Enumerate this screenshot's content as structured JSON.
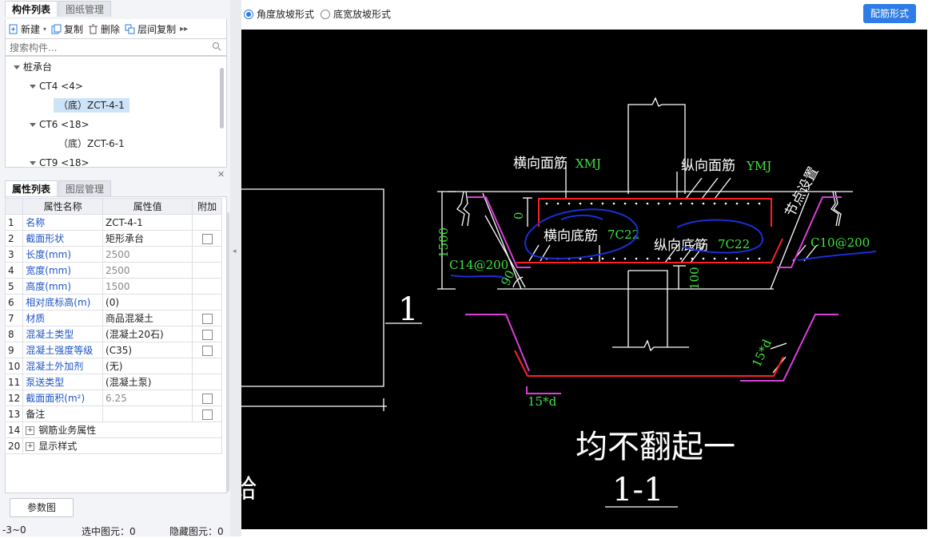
{
  "left_panel": {
    "tabs": [
      "构件列表",
      "图纸管理"
    ],
    "toolbar": {
      "new": "新建",
      "copy": "复制",
      "delete": "删除",
      "floor_copy": "层间复制"
    },
    "search_placeholder": "搜索构件...",
    "tree": {
      "root": "桩承台",
      "groups": [
        {
          "label": "CT4 <4>",
          "children": [
            "（底）ZCT-4-1"
          ]
        },
        {
          "label": "CT6 <18>",
          "children": [
            "（底）ZCT-6-1"
          ]
        },
        {
          "label": "CT9 <18>",
          "children": []
        }
      ],
      "selected": "（底）ZCT-4-1"
    }
  },
  "props_panel": {
    "tabs": [
      "属性列表",
      "图层管理"
    ],
    "headers": [
      "属性名称",
      "属性值",
      "附加"
    ],
    "rows": [
      {
        "no": "1",
        "name": "名称",
        "value": "ZCT-4-1",
        "check": false,
        "blue": true,
        "gray": false
      },
      {
        "no": "2",
        "name": "截面形状",
        "value": "矩形承台",
        "check": true,
        "blue": true,
        "gray": false
      },
      {
        "no": "3",
        "name": "长度(mm)",
        "value": "2500",
        "check": false,
        "blue": true,
        "gray": true
      },
      {
        "no": "4",
        "name": "宽度(mm)",
        "value": "2500",
        "check": false,
        "blue": true,
        "gray": true
      },
      {
        "no": "5",
        "name": "高度(mm)",
        "value": "1500",
        "check": false,
        "blue": true,
        "gray": true
      },
      {
        "no": "6",
        "name": "相对底标高(m)",
        "value": "(0)",
        "check": false,
        "blue": true,
        "gray": false
      },
      {
        "no": "7",
        "name": "材质",
        "value": "商品混凝土",
        "check": true,
        "blue": true,
        "gray": false
      },
      {
        "no": "8",
        "name": "混凝土类型",
        "value": "(混凝土20石)",
        "check": true,
        "blue": true,
        "gray": false
      },
      {
        "no": "9",
        "name": "混凝土强度等级",
        "value": "(C35)",
        "check": true,
        "blue": true,
        "gray": false
      },
      {
        "no": "10",
        "name": "混凝土外加剂",
        "value": "(无)",
        "check": false,
        "blue": true,
        "gray": false
      },
      {
        "no": "11",
        "name": "泵送类型",
        "value": "(混凝土泵)",
        "check": false,
        "blue": true,
        "gray": false
      },
      {
        "no": "12",
        "name": "截面面积(m²)",
        "value": "6.25",
        "check": true,
        "blue": true,
        "gray": true
      },
      {
        "no": "13",
        "name": "备注",
        "value": "",
        "check": true,
        "blue": false,
        "gray": false
      },
      {
        "no": "14",
        "name": "钢筋业务属性",
        "value": "",
        "check": false,
        "blue": false,
        "gray": false,
        "expand": true
      },
      {
        "no": "20",
        "name": "显示样式",
        "value": "",
        "check": false,
        "blue": false,
        "gray": false,
        "expand": true
      }
    ],
    "param_button": "参数图"
  },
  "status_bar": {
    "range": "-3~0",
    "selected": "选中图元：0",
    "hidden": "隐藏图元：0"
  },
  "top_bar": {
    "radio1": "角度放坡形式",
    "radio2": "底宽放坡形式",
    "button": "配筋形式"
  },
  "drawing": {
    "label_xmj": "横向面筋",
    "label_xmj_code": "XMJ",
    "label_ymj": "纵向面筋",
    "label_ymj_code": "YMJ",
    "label_node": "节点设置",
    "label_bottom_x": "横向底筋",
    "label_bottom_x_val": "7C22",
    "label_bottom_y": "纵向底筋",
    "label_bottom_y_val": "7C22",
    "dim_1500": "1500",
    "dim_0": "0",
    "dim_100": "100",
    "dim_90": "90",
    "c14": "C14@200",
    "c10": "C10@200",
    "d15a": "15*d",
    "d15b": "15*d",
    "section_mark": "1",
    "caption": "均不翻起一",
    "section_title": "1-1",
    "partial_char": "给"
  },
  "colors": {
    "accent": "#2f7ce6",
    "rebar_red": "#ff2020",
    "dim_green": "#3fe33f",
    "magenta": "#d93fd9",
    "ink_blue": "#1a2fd6"
  }
}
